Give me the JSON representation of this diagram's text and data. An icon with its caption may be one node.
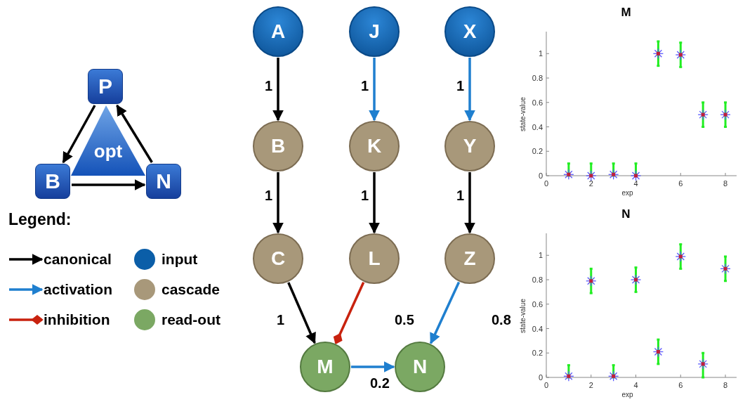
{
  "diagram": {
    "nodes": [
      {
        "text": [
          "P"
        ]
      },
      {
        "text": [
          "opt"
        ]
      },
      {
        "text": [
          "B"
        ]
      },
      {
        "text": [
          "N"
        ]
      },
      {
        "text": [
          "A"
        ]
      },
      {
        "text": [
          "J"
        ]
      },
      {
        "text": [
          "X"
        ]
      },
      {
        "text": [
          "B"
        ]
      },
      {
        "text": [
          "K"
        ]
      },
      {
        "text": [
          "Y"
        ]
      },
      {
        "text": [
          "C"
        ]
      },
      {
        "text": [
          "L"
        ]
      },
      {
        "text": [
          "Z"
        ]
      },
      {
        "text": [
          "M"
        ]
      },
      {
        "text": [
          "N"
        ]
      }
    ],
    "edges": [
      {
        "from": 0,
        "to": 2,
        "arrow": "to"
      },
      {
        "from": 2,
        "to": 3,
        "arrow": "to"
      },
      {
        "from": 3,
        "to": 0,
        "arrow": "to"
      },
      {
        "from": 4,
        "to": 7,
        "arrow": "to",
        "label": "1"
      },
      {
        "from": 5,
        "to": 8,
        "arrow": "to",
        "label": "1",
        "color": "#1f7fcf"
      },
      {
        "from": 6,
        "to": 9,
        "arrow": "to",
        "label": "1",
        "color": "#1f7fcf"
      },
      {
        "from": 7,
        "to": 10,
        "arrow": "to",
        "label": "1"
      },
      {
        "from": 8,
        "to": 11,
        "arrow": "to",
        "label": "1"
      },
      {
        "from": 9,
        "to": 12,
        "arrow": "to",
        "label": "1"
      },
      {
        "from": 10,
        "to": 13,
        "arrow": "to",
        "label": "1"
      },
      {
        "from": 11,
        "to": 13,
        "arrow": "other",
        "label": "0.5",
        "color": "#c8220e"
      },
      {
        "from": 12,
        "to": 14,
        "arrow": "to",
        "label": "0.8",
        "color": "#1f7fcf"
      },
      {
        "from": 13,
        "to": 14,
        "arrow": "to",
        "label": "0.2",
        "color": "#1f7fcf"
      }
    ],
    "labels": [
      "Legend:"
    ],
    "legend": [
      {
        "text": "canonical"
      },
      {
        "text": "input",
        "color": "#0b5ea8"
      },
      {
        "text": "activation"
      },
      {
        "text": "cascade",
        "color": "#a8987a"
      },
      {
        "text": "inhibition"
      },
      {
        "text": "read-out",
        "color": "#7ba863"
      }
    ],
    "chart_data": [
      {
        "type": "scatter",
        "title": "M",
        "xlabel": "exp",
        "ylabel": "state-value",
        "x": [
          1,
          2,
          3,
          4,
          5,
          6,
          7,
          8
        ],
        "series": [
          {
            "values": [
              0.01,
              0,
              0.01,
              0,
              1,
              0.99,
              0.5,
              0.5
            ],
            "errors": [
              [
                0,
                0.1
              ],
              [
                0,
                0.1
              ],
              [
                0,
                0.1
              ],
              [
                0,
                0.1
              ],
              0.1,
              0.1,
              0.1,
              0.1
            ]
          }
        ],
        "xlim": [
          0,
          8.5
        ],
        "ylim": [
          0,
          1.18
        ],
        "xticks": [
          0,
          2,
          4,
          6,
          8
        ],
        "yticks": [
          0,
          0.2,
          0.4,
          0.6,
          0.8,
          1
        ]
      },
      {
        "type": "scatter",
        "title": "N",
        "xlabel": "exp",
        "ylabel": "state-value",
        "x": [
          1,
          2,
          3,
          4,
          5,
          6,
          7,
          8
        ],
        "series": [
          {
            "values": [
              0.01,
              0.79,
              0.01,
              0.8,
              0.21,
              0.99,
              0.11,
              0.89
            ],
            "errors": [
              [
                0,
                0.1
              ],
              0.1,
              [
                0,
                0.1
              ],
              0.1,
              0.1,
              0.1,
              [
                0,
                0.2
              ],
              0.1
            ]
          }
        ],
        "xlim": [
          0,
          8.5
        ],
        "ylim": [
          0,
          1.18
        ],
        "xticks": [
          0,
          2,
          4,
          6,
          8
        ],
        "yticks": [
          0,
          0.2,
          0.4,
          0.6,
          0.8,
          1
        ]
      }
    ]
  }
}
